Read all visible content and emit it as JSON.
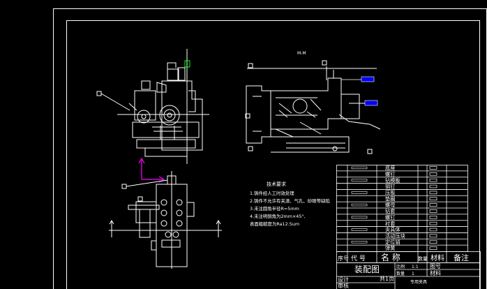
{
  "drawing": {
    "section_label": "M-M",
    "tech_title": "技术要求",
    "tech_notes": [
      "1.铸件经人工时效处理",
      "2.铸件不允许有夹渣、气孔、砂眼等缺陷",
      "3.未注圆角半径R=5mm",
      "4.未注明倒角为2mm×45°,",
      "  表面粗糙度为Ra12.5um"
    ]
  },
  "bom": {
    "part_names": [
      "底座",
      "螺钉",
      "钻模板",
      "销钉",
      "压板",
      "垫圈",
      "螺母",
      "钻套",
      "螺钉",
      "衬套",
      "夹具体",
      "活动压块",
      "定位销",
      "弹簧"
    ],
    "header": {
      "no": "序号",
      "code": "代  号",
      "name": "名  称",
      "qty": "数量",
      "material": "材料",
      "remark": "备注"
    }
  },
  "title_block": {
    "drawing_title": "装配图",
    "scale_label": "比例",
    "scale_value": "1:1",
    "qty_label": "数量",
    "qty_value": "1",
    "drawing_no_label": "图号",
    "material_label": "材料",
    "sheet_label": "共1页",
    "design_label": "设计",
    "check_label": "审核",
    "product_label": "专用夹具"
  },
  "colors": {
    "line": "#ffffff",
    "accent_green": "#00ff00",
    "accent_magenta": "#ff00ff",
    "accent_blue": "#0000ff"
  }
}
